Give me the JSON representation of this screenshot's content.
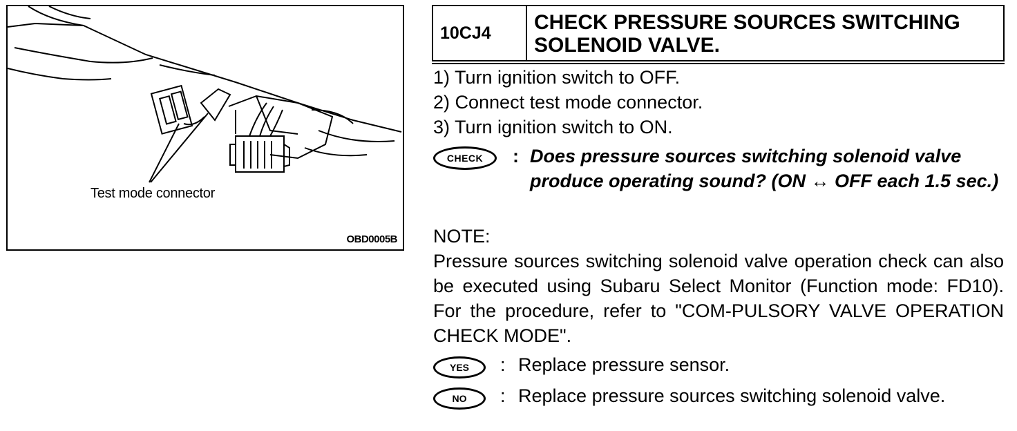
{
  "figure": {
    "label": "Test mode connector",
    "code": "OBD0005B"
  },
  "step": {
    "code": "10CJ4",
    "title_line1": "CHECK PRESSURE SOURCES SWITCHING",
    "title_line2": "SOLENOID VALVE."
  },
  "instructions": [
    "1)  Turn ignition switch to OFF.",
    "2)  Connect test mode connector.",
    "3)  Turn ignition switch to ON."
  ],
  "check": {
    "badge": "CHECK",
    "colon": ":",
    "question": "Does pressure sources switching solenoid valve produce operating sound? (ON ↔ OFF each 1.5 sec.)"
  },
  "note": {
    "label": "NOTE:",
    "body": "Pressure sources switching solenoid valve operation check can also be executed using Subaru Select Monitor (Function mode: FD10). For the procedure, refer to \"COM-PULSORY VALVE OPERATION CHECK MODE\"."
  },
  "answers": {
    "yes_badge": "YES",
    "yes_text": "Replace pressure sensor.",
    "no_badge": "NO",
    "no_text": "Replace pressure sources switching solenoid valve.",
    "colon": ":"
  }
}
